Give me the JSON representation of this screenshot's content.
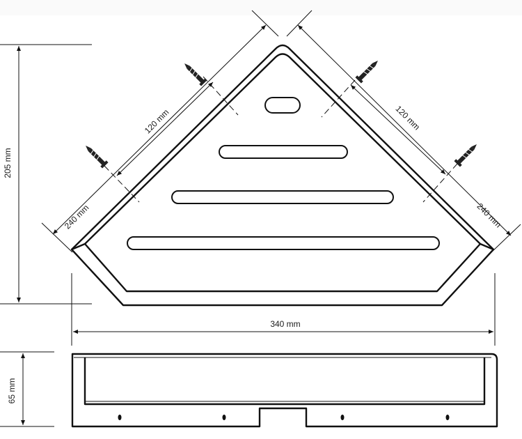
{
  "drawing": {
    "dimensions": {
      "height": "205 mm",
      "width": "340 mm",
      "depth": "65 mm",
      "left_edge": "240 mm",
      "right_edge": "240 mm",
      "left_screw_spacing": "120 mm",
      "right_screw_spacing": "120 mm"
    }
  }
}
